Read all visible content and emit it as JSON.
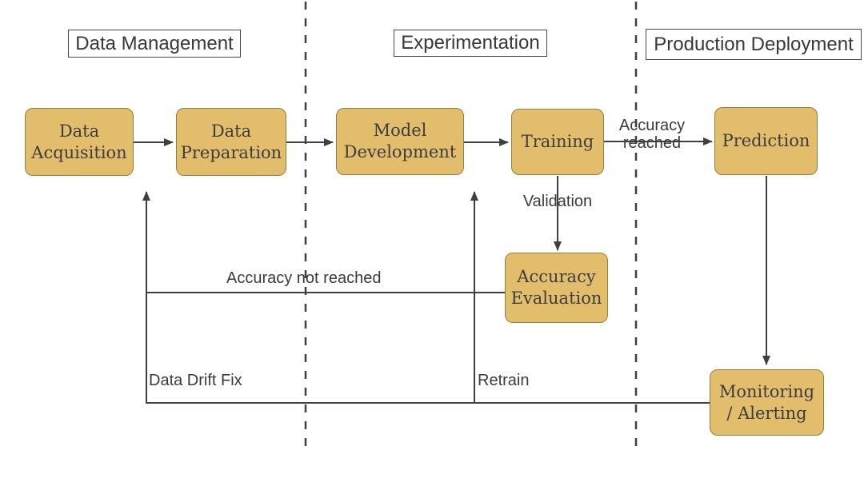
{
  "colors": {
    "node_fill": "#E2BE6C",
    "node_border": "#937E42",
    "line": "#3F3F3F",
    "node_text": "#3D3D3D",
    "label_text": "#3A3A3A",
    "background": "#FFFFFF"
  },
  "sections": {
    "data_management": "Data Management",
    "experimentation": "Experimentation",
    "production_deployment": "Production Deployment"
  },
  "nodes": {
    "data_acquisition": {
      "line1": "Data",
      "line2": "Acquisition"
    },
    "data_preparation": {
      "line1": "Data",
      "line2": "Preparation"
    },
    "model_development": {
      "line1": "Model",
      "line2": "Development"
    },
    "training": {
      "line1": "Training"
    },
    "prediction": {
      "line1": "Prediction"
    },
    "accuracy_evaluation": {
      "line1": "Accuracy",
      "line2": "Evaluation"
    },
    "monitoring_alerting": {
      "line1": "Monitoring",
      "line2": "/ Alerting"
    }
  },
  "edge_labels": {
    "accuracy_reached_line1": "Accuracy",
    "accuracy_reached_line2": "reached",
    "validation": "Validation",
    "accuracy_not_reached": "Accuracy not reached",
    "data_drift_fix": "Data Drift Fix",
    "retrain": "Retrain"
  }
}
